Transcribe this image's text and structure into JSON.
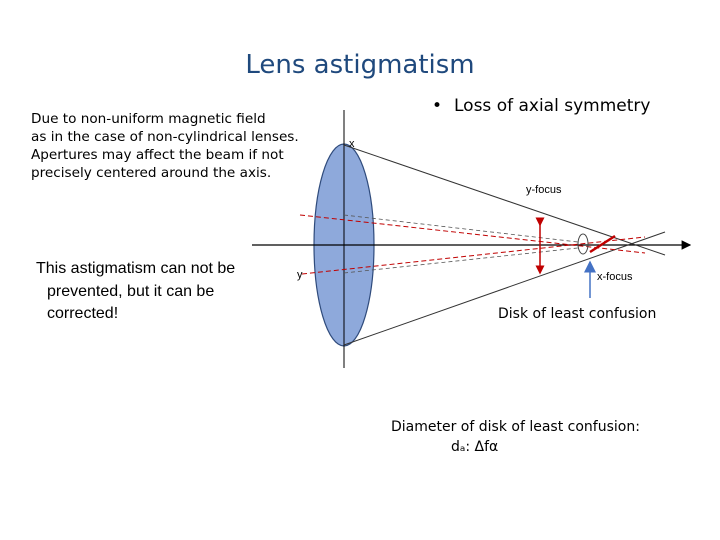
{
  "title": "Lens astigmatism",
  "intro": {
    "lines": [
      "Due to non-uniform magnetic field",
      "as in the case of non-cylindrical lenses.",
      "Apertures may affect the beam if not",
      "precisely centered around the axis."
    ]
  },
  "note": {
    "lines": [
      "This astigmatism can not be",
      "prevented, but it can be",
      "corrected!"
    ]
  },
  "bullet": {
    "marker": "•",
    "text": "Loss of axial symmetry"
  },
  "diagram": {
    "label_x": "x",
    "label_y": "y",
    "label_y_focus": "y-focus",
    "label_x_focus": "x-focus",
    "label_disk": "Disk of least confusion",
    "colors": {
      "lens_fill": "#8ea9db",
      "ray_dashed": "#c00000",
      "focus_marker": "#c00000",
      "arrow": "#4472c4",
      "axis": "#000000"
    }
  },
  "diameter": {
    "line1": "Diameter of disk of least confusion:",
    "line2": "dₐ: Δfα"
  }
}
